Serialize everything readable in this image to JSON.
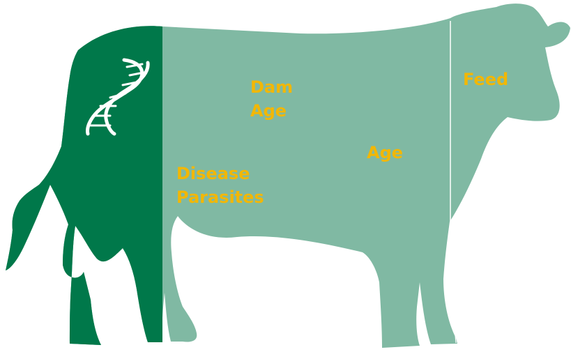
{
  "colors": {
    "genetics_region": "#00784a",
    "body_region": "#80b9a3",
    "label_text": "#f2b705",
    "dna_icon": "#ffffff",
    "background": "#ffffff"
  },
  "icons": [
    "dna-icon"
  ],
  "labels": {
    "dam_age": [
      "Dam",
      "Age"
    ],
    "disease_parasites": [
      "Disease",
      "Parasites"
    ],
    "age": "Age",
    "feed": "Feed"
  }
}
